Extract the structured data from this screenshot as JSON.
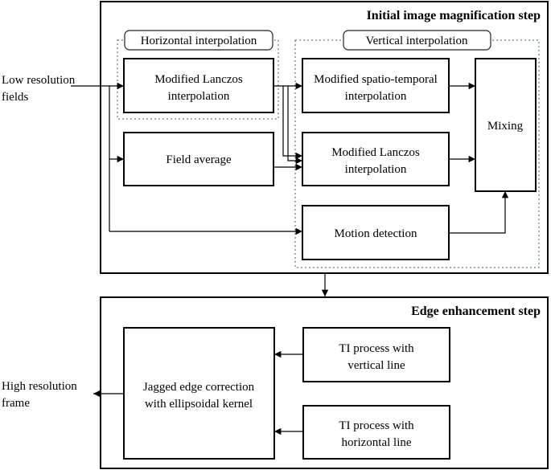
{
  "steps": {
    "magnification_title": "Initial image magnification step",
    "edge_title": "Edge enhancement step"
  },
  "groups": {
    "horizontal": "Horizontal interpolation",
    "vertical": "Vertical interpolation"
  },
  "inputs": {
    "low_res": [
      "Low resolution",
      "fields"
    ]
  },
  "outputs": {
    "high_res": [
      "High resolution",
      "frame"
    ]
  },
  "blocks": {
    "lanczos_h": [
      "Modified Lanczos",
      "interpolation"
    ],
    "field_average": [
      "Field average"
    ],
    "spatio_temporal": [
      "Modified spatio-temporal",
      "interpolation"
    ],
    "lanczos_v": [
      "Modified Lanczos",
      "interpolation"
    ],
    "motion_detection": [
      "Motion detection"
    ],
    "mixing": [
      "Mixing"
    ],
    "ti_vertical": [
      "TI process with",
      "vertical line"
    ],
    "ti_horizontal": [
      "TI process with",
      "horizontal line"
    ],
    "jagged_edge": [
      "Jagged edge correction",
      "with ellipsoidal kernel"
    ]
  }
}
